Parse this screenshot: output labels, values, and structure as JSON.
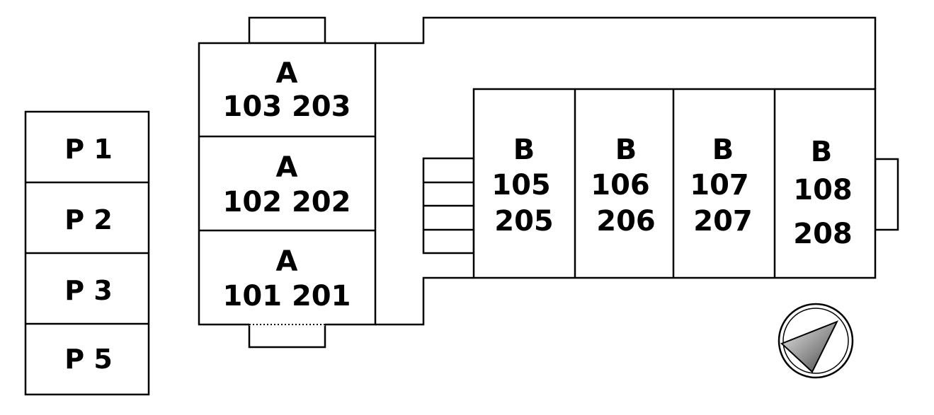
{
  "parking": [
    {
      "label": "P 1"
    },
    {
      "label": "P 2"
    },
    {
      "label": "P 3"
    },
    {
      "label": "P 5"
    }
  ],
  "building_a": {
    "units": [
      {
        "building": "A",
        "rooms": "103 203"
      },
      {
        "building": "A",
        "rooms": "102 202"
      },
      {
        "building": "A",
        "rooms": "101 201"
      }
    ]
  },
  "building_b": {
    "units": [
      {
        "building": "B",
        "room1": "105",
        "room2": "205"
      },
      {
        "building": "B",
        "room1": "106",
        "room2": "206"
      },
      {
        "building": "B",
        "room1": "107",
        "room2": "207"
      },
      {
        "building": "B",
        "room1": "108",
        "room2": "208"
      }
    ]
  },
  "compass": {
    "icon": "compass-arrow-icon"
  }
}
